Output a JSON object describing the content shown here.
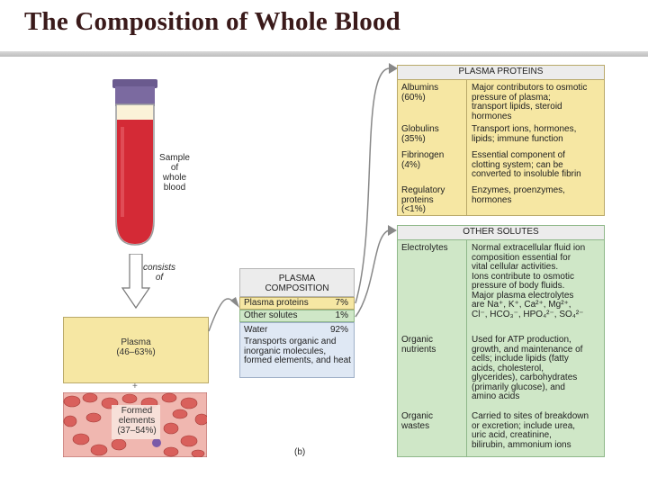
{
  "title": "The Composition of Whole Blood",
  "colors": {
    "plasma_yellow": "#f6e7a3",
    "table_green": "#cfe7c7",
    "header_bg": "#ececec",
    "blood_red": "#d42a36",
    "cap_purple": "#6a5a8e",
    "rbc_pink": "#d9605c"
  },
  "tube": {
    "label": "Sample\nof\nwhole\nblood"
  },
  "consists_of": "consists\nof",
  "plasma_box": {
    "label": "Plasma",
    "percent": "(46–63%)"
  },
  "formed_box": {
    "label": "Formed\nelements",
    "percent": "(37–54%)"
  },
  "composition": {
    "header": "PLASMA\nCOMPOSITION",
    "rows": [
      {
        "name": "Plasma proteins",
        "value": "7%"
      },
      {
        "name": "Other solutes",
        "value": "1%"
      },
      {
        "name": "Water",
        "value": "92%"
      }
    ],
    "water_note": "Transports organic and\ninorganic molecules,\nformed elements, and heat"
  },
  "figure_label": "(b)",
  "plasma_proteins": {
    "header": "PLASMA PROTEINS",
    "rows": [
      {
        "name": "Albumins\n(60%)",
        "desc": "Major contributors to osmotic\npressure of plasma;\ntransport lipids, steroid\nhormones"
      },
      {
        "name": "Globulins\n(35%)",
        "desc": "Transport ions, hormones,\nlipids; immune function"
      },
      {
        "name": "Fibrinogen\n(4%)",
        "desc": "Essential component of\nclotting system; can be\nconverted to insoluble fibrin"
      },
      {
        "name": "Regulatory\nproteins\n(<1%)",
        "desc": "Enzymes, proenzymes,\nhormones"
      }
    ]
  },
  "other_solutes": {
    "header": "OTHER SOLUTES",
    "rows": [
      {
        "name": "Electrolytes",
        "desc": "Normal extracellular fluid ion\ncomposition essential for\nvital cellular activities.\nIons contribute to osmotic\npressure of body fluids.\nMajor plasma electrolytes\nare Na⁺, K⁺, Ca²⁺, Mg²⁺,\nCl⁻, HCO₃⁻, HPO₄²⁻, SO₄²⁻"
      },
      {
        "name": "Organic\nnutrients",
        "desc": "Used for ATP production,\ngrowth, and maintenance of\ncells; include lipids (fatty\nacids, cholesterol,\nglycerides), carbohydrates\n(primarily glucose), and\namino acids"
      },
      {
        "name": "Organic\nwastes",
        "desc": "Carried to sites of breakdown\nor excretion; include urea,\nuric acid, creatinine,\nbilirubin, ammonium ions"
      }
    ]
  }
}
